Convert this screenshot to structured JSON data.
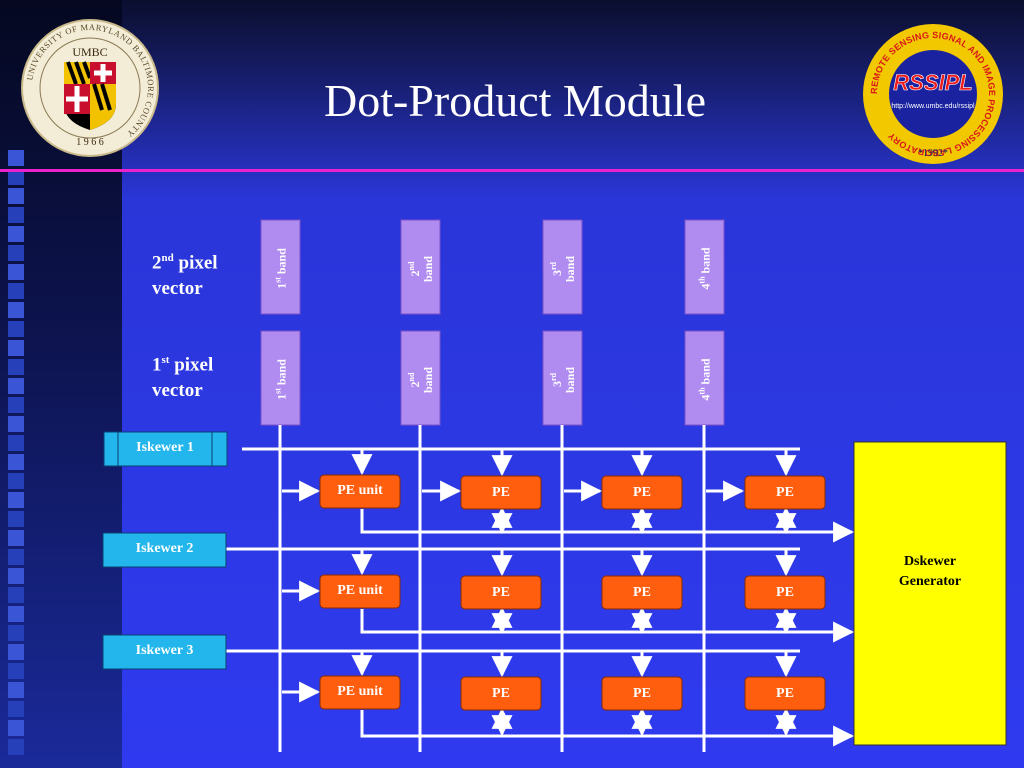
{
  "slide": {
    "title": "Dot-Product Module"
  },
  "logos": {
    "umbc": {
      "ring_text": "UNIVERSITY OF MARYLAND BALTIMORE COUNTY",
      "name": "UMBC",
      "year": "1 9 6 6"
    },
    "rssipl": {
      "name": "RSSIPL",
      "ring_text": "REMOTE SENSING SIGNAL AND IMAGE PROCESSING LABORATORY",
      "url": "http://www.umbc.edu/rssipl",
      "year": "*1992*"
    }
  },
  "vectors": [
    {
      "ord": "2",
      "sup": "nd",
      "line1": " pixel",
      "line2": "vector"
    },
    {
      "ord": "1",
      "sup": "st",
      "line1": " pixel",
      "line2": "vector"
    }
  ],
  "bands": [
    {
      "ord": "1",
      "sup": "st",
      "word": " band"
    },
    {
      "ord": "2",
      "sup": "nd",
      "word": "band"
    },
    {
      "ord": "3",
      "sup": "rd",
      "word": "band"
    },
    {
      "ord": "4",
      "sup": "th",
      "word": " band"
    }
  ],
  "iskewers": [
    "Iskewer 1",
    "Iskewer 2",
    "Iskewer 3"
  ],
  "pe_rows": [
    [
      "PE unit",
      "PE",
      "PE",
      "PE"
    ],
    [
      "PE unit",
      "PE",
      "PE",
      "PE"
    ],
    [
      "PE unit",
      "PE",
      "PE",
      "PE"
    ]
  ],
  "generator": {
    "line1": "Dskewer",
    "line2": "Generator"
  },
  "colors": {
    "band_box": "#b18cf0",
    "band_box_border": "#7a52c8",
    "iskewer_box": "#22b6ec",
    "pe_box": "#ff5e0e",
    "generator_box": "#ffff00",
    "title_rule": "#ee22cc",
    "wire": "#ffffff"
  }
}
